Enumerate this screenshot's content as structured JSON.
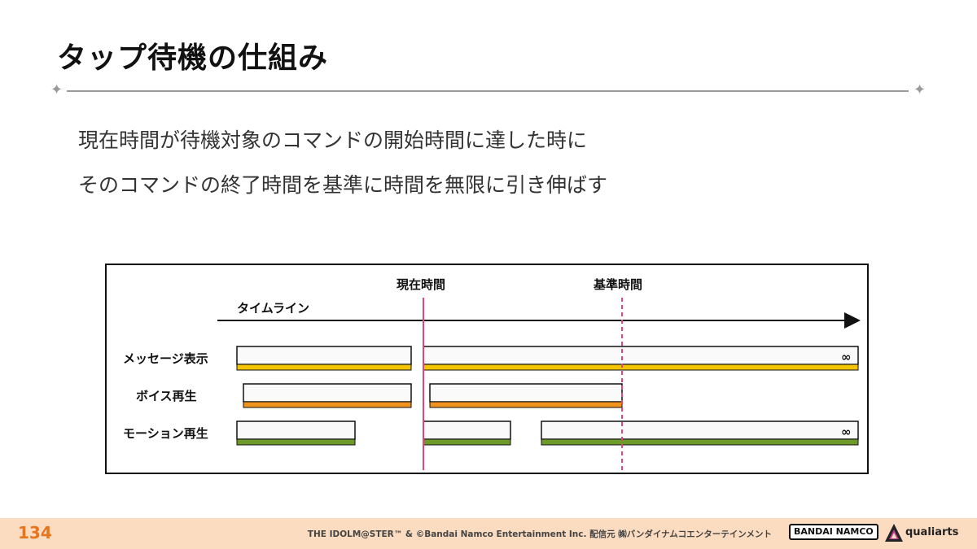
{
  "slide": {
    "title": "タップ待機の仕組み",
    "body_lines": [
      "現在時間が待機対象のコマンドの開始時間に達した時に",
      "そのコマンドの終了時間を基準に時間を無限に引き伸ばす"
    ]
  },
  "diagram": {
    "timeline_label": "タイムライン",
    "current_time_label": "現在時間",
    "reference_time_label": "基準時間",
    "infinity_symbol": "∞",
    "tracks": [
      {
        "label": "メッセージ表示",
        "color": "#f5c400",
        "segments": 2,
        "infinite_end": true
      },
      {
        "label": "ボイス再生",
        "color": "#f0931e",
        "segments": 2,
        "infinite_end": false
      },
      {
        "label": "モーション再生",
        "color": "#6e9a2a",
        "segments": 3,
        "infinite_end": true
      }
    ],
    "current_marker_color": "#e0467a",
    "reference_marker_color": "#e0467a",
    "reference_marker_style": "dashed"
  },
  "footer": {
    "page_number": "134",
    "copyright": "THE IDOLM@STER™ & ©Bandai Namco Entertainment Inc.  配信元 ㈱バンダイナムコエンターテインメント",
    "logo_bandai": "BANDAI NAMCO",
    "logo_qualiarts": "qualiarts",
    "accent_color": "#e8741e",
    "background_color": "#fbdcc0"
  }
}
